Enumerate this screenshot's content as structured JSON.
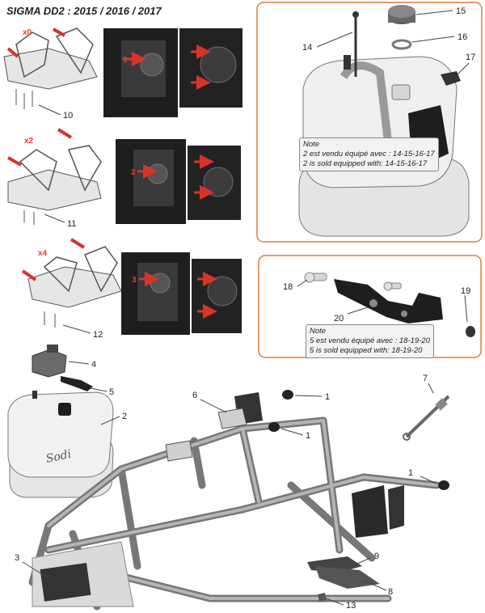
{
  "title": "SIGMA DD2 : 2015 / 2016 / 2017",
  "multipliers": [
    "x0",
    "x2",
    "x4"
  ],
  "detail_numbers": [
    "1",
    "2",
    "3"
  ],
  "callouts": {
    "c1a": "1",
    "c1b": "1",
    "c1c": "1",
    "c2": "2",
    "c3": "3",
    "c4": "4",
    "c5": "5",
    "c6": "6",
    "c7": "7",
    "c8": "8",
    "c9": "9",
    "c10": "10",
    "c11": "11",
    "c12": "12",
    "c13": "13",
    "c14": "14",
    "c15": "15",
    "c16": "16",
    "c17": "17",
    "c18": "18",
    "c19": "19",
    "c20": "20"
  },
  "note_tank": {
    "heading": "Note",
    "fr": "2 est vendu équipé avec : 14-15-16-17",
    "en": "2 is sold equipped with: 14-15-16-17"
  },
  "note_bracket": {
    "heading": "Note",
    "fr": "5 est vendu équipé avec : 18-19-20",
    "en": "5 is sold equipped with: 18-19-20"
  },
  "colors": {
    "accent_border": "#e07a3a",
    "red_arrow": "#d8332a",
    "part_gray": "#8c8c8c",
    "dark_part": "#2a2a2a"
  }
}
